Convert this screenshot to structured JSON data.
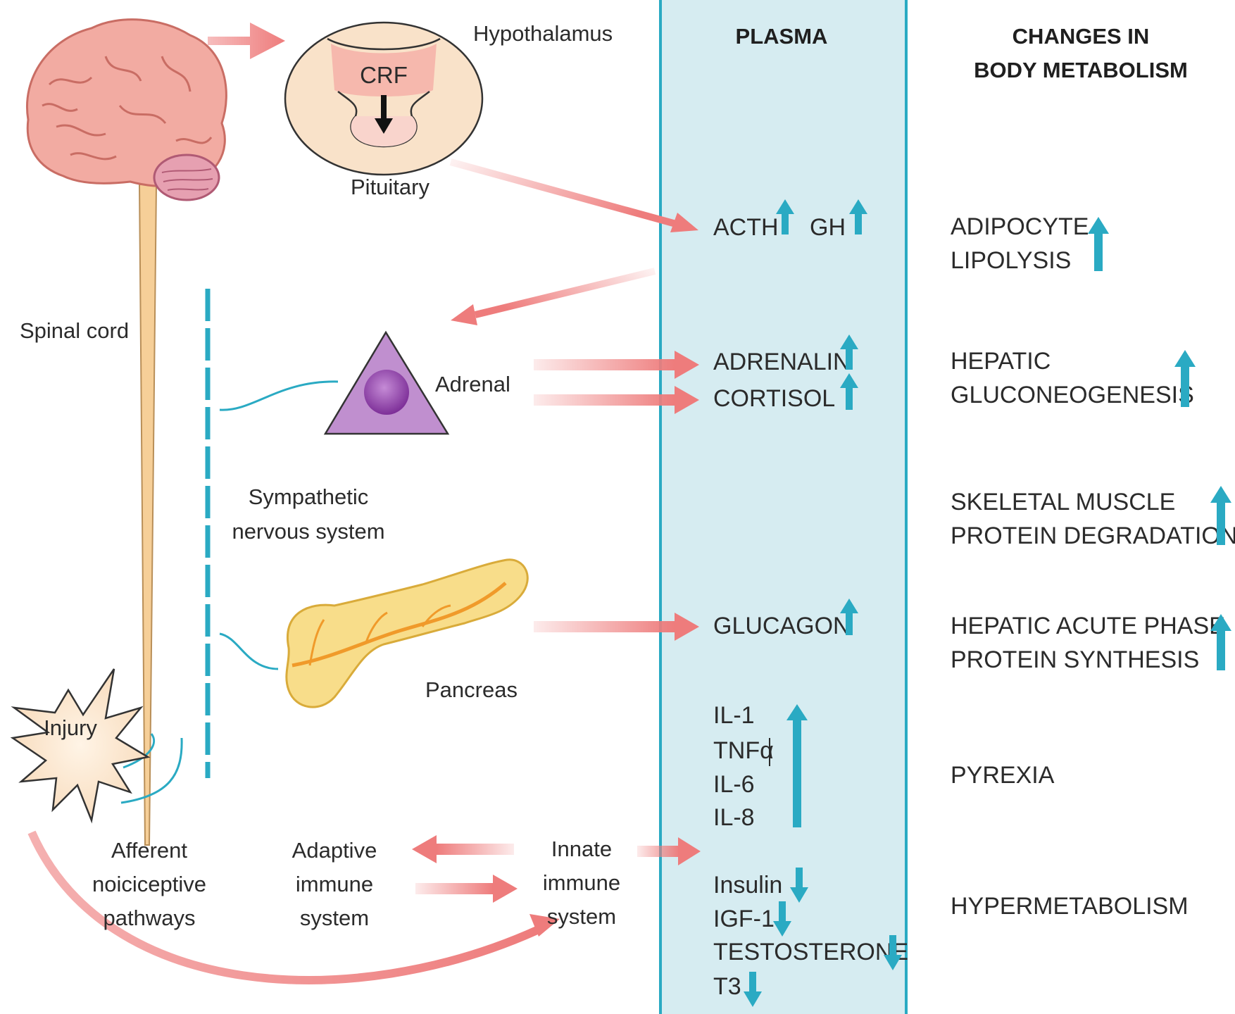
{
  "colors": {
    "plasma_band": "#d6ecf1",
    "plasma_border": "#2aaac3",
    "arrow": "#ee7c7c",
    "up_down_arrow": "#2aaac3",
    "adrenal": "#c08fcf",
    "pancreas": "#f8dd8a",
    "brain": "#f2aba2",
    "spinal_cord": "#f6cf98"
  },
  "headers": {
    "plasma": "PLASMA",
    "changes_line1": "CHANGES IN",
    "changes_line2": "BODY METABOLISM"
  },
  "organs": {
    "hypothalamus": "Hypothalamus",
    "crf": "CRF",
    "pituitary": "Pituitary",
    "spinal_cord": "Spinal cord",
    "adrenal": "Adrenal",
    "sympathetic_line1": "Sympathetic",
    "sympathetic_line2": "nervous system",
    "pancreas": "Pancreas",
    "injury": "Injury",
    "afferent_line1": "Afferent",
    "afferent_line2": "noiciceptive",
    "afferent_line3": "pathways",
    "adaptive_line1": "Adaptive",
    "adaptive_line2": "immune",
    "adaptive_line3": "system",
    "innate_line1": "Innate",
    "innate_line2": "immune",
    "innate_line3": "system"
  },
  "plasma": {
    "acth": "ACTH",
    "gh": "GH",
    "adrenalin": "ADRENALIN",
    "cortisol": "CORTISOL",
    "glucagon": "GLUCAGON",
    "il1": "IL-1",
    "tnf": "TNFα",
    "il6": "IL-6",
    "il8": "IL-8",
    "insulin": "Insulin",
    "igf1": "IGF-1",
    "testosterone": "TESTOSTERONE",
    "t3": "T3"
  },
  "metabolism": {
    "adipocyte_line1": "ADIPOCYTE",
    "adipocyte_line2": "LIPOLYSIS",
    "hepatic_line1": "HEPATIC",
    "hepatic_line2": "GLUCONEOGENESIS",
    "skeletal_line1": "SKELETAL MUSCLE",
    "skeletal_line2": "PROTEIN DEGRADATION",
    "acute_line1": "HEPATIC ACUTE PHASE",
    "acute_line2": "PROTEIN SYNTHESIS",
    "pyrexia": "PYREXIA",
    "hypermetabolism": "HYPERMETABOLISM"
  }
}
